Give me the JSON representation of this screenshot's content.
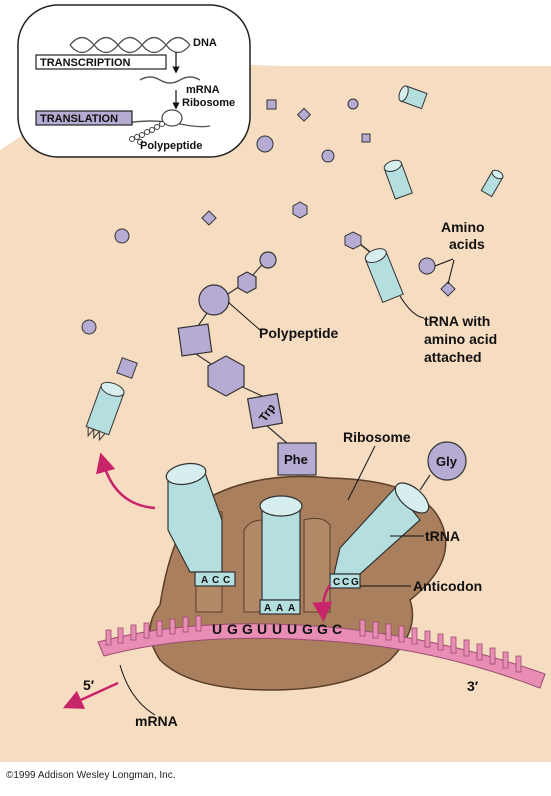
{
  "inset": {
    "transcription": "TRANSCRIPTION",
    "translation": "TRANSLATION",
    "dna": "DNA",
    "mrna": "mRNA",
    "ribosome": "Ribosome",
    "polypeptide": "Polypeptide"
  },
  "labels": {
    "amino_acids_1": "Amino",
    "amino_acids_2": "acids",
    "trna_attached_1": "tRNA with",
    "trna_attached_2": "amino acid",
    "trna_attached_3": "attached",
    "polypeptide": "Polypeptide",
    "ribosome": "Ribosome",
    "trna": "tRNA",
    "anticodon": "Anticodon",
    "mrna": "mRNA",
    "five_prime": "5′",
    "three_prime": "3′"
  },
  "amino_acids": {
    "trp": "Trp",
    "phe": "Phe",
    "gly": "Gly"
  },
  "codons": {
    "sequence": [
      "U",
      "G",
      "G",
      "U",
      "U",
      "U",
      "G",
      "G",
      "C"
    ],
    "anticodon_left": [
      "A",
      "C",
      "C"
    ],
    "anticodon_middle": [
      "A",
      "A",
      "A"
    ],
    "anticodon_right": [
      "C",
      "C",
      "G"
    ]
  },
  "copyright": "©1999 Addison Wesley Longman, Inc.",
  "colors": {
    "background": "#f6dcc0",
    "ribosome": "#a97f5d",
    "trna": "#b5dede",
    "amino_acid": "#b5abd3",
    "mrna": "#e88db4",
    "arrow": "#c8246a"
  }
}
